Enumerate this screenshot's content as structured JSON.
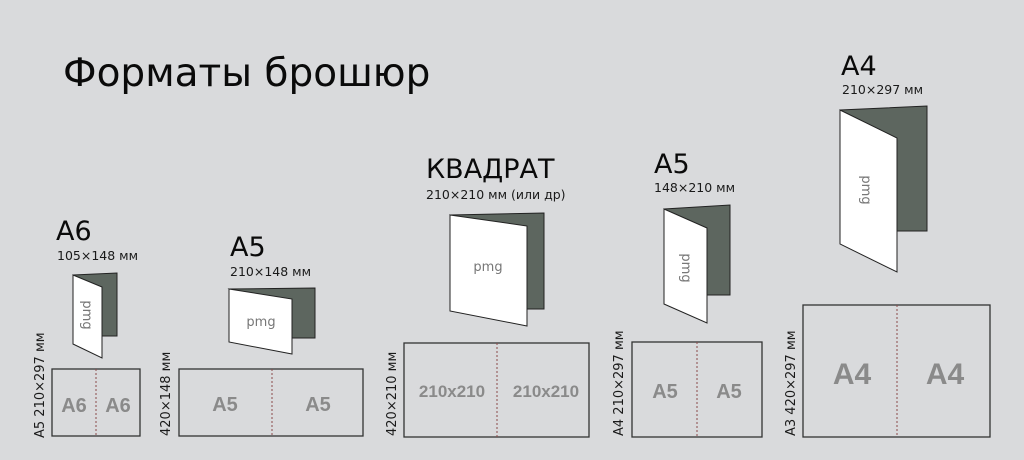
{
  "title": "Форматы брошюр",
  "colors": {
    "background": "#d9dadc",
    "back_cover": "#5d665f",
    "front_cover": "#ffffff",
    "fold_line": "#8a4a4a",
    "cell_text": "#8a8a8a"
  },
  "logo_text": "pmg",
  "formats": [
    {
      "name": "A6",
      "size": "105×148 мм",
      "sheet": "A5 210×297 мм",
      "cells": [
        "A6",
        "A6"
      ]
    },
    {
      "name": "A5",
      "size": "210×148 мм",
      "sheet": "420×148 мм",
      "cells": [
        "A5",
        "A5"
      ]
    },
    {
      "name": "КВАДРАТ",
      "size": "210×210 мм (или др)",
      "sheet": "420×210 мм",
      "cells": [
        "210x210",
        "210x210"
      ]
    },
    {
      "name": "A5",
      "size": "148×210 мм",
      "sheet": "A4 210×297 мм",
      "cells": [
        "A5",
        "A5"
      ]
    },
    {
      "name": "A4",
      "size": "210×297 мм",
      "sheet": "A3 420×297 мм",
      "cells": [
        "A4",
        "A4"
      ]
    }
  ]
}
